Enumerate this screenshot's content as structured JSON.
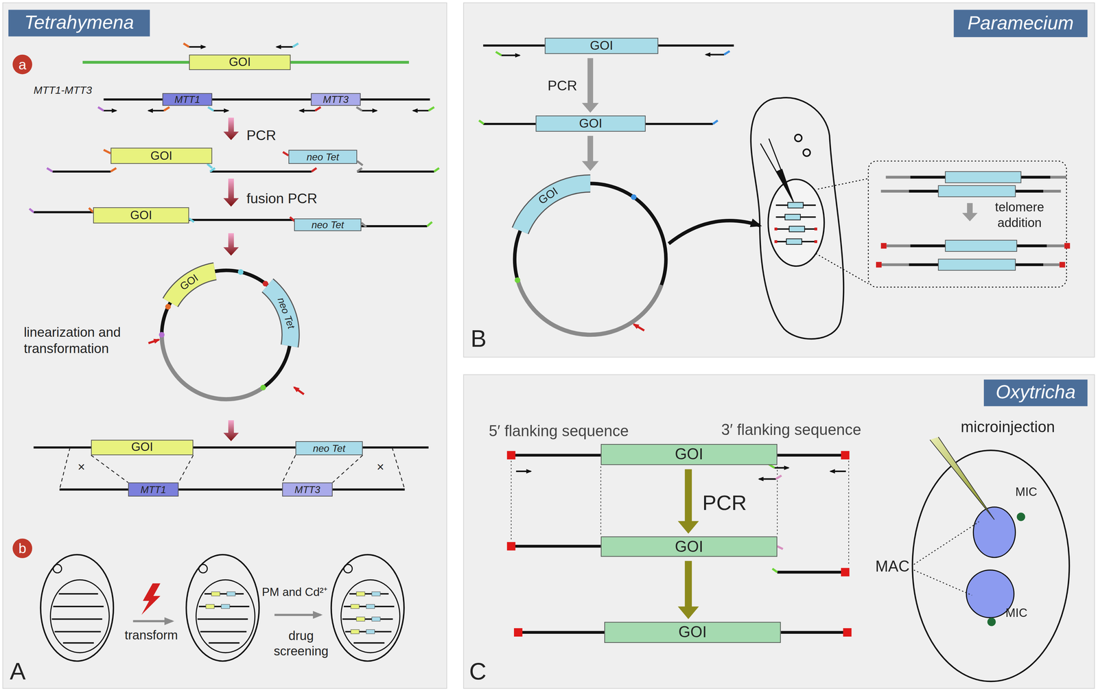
{
  "diagram": {
    "nodes": [
      {
        "text": [
          "Tetrahymena"
        ]
      },
      {
        "text": [
          "a"
        ]
      },
      {
        "text": [
          "GOI"
        ]
      },
      {
        "text": [
          "MTT1"
        ]
      },
      {
        "text": [
          "MTT3"
        ]
      },
      {
        "text": [
          "GOI"
        ]
      },
      {
        "text": [
          "neo Tet"
        ]
      },
      {
        "text": [
          "GOI"
        ]
      },
      {
        "text": [
          "neo Tet"
        ]
      },
      {
        "text": [
          "GOI"
        ]
      },
      {
        "text": [
          "neo Tet"
        ]
      },
      {
        "text": [
          "GOI"
        ]
      },
      {
        "text": [
          "neo Tet"
        ]
      },
      {
        "text": [
          "MTT1"
        ]
      },
      {
        "text": [
          "MTT3"
        ]
      },
      {
        "text": [
          "b"
        ]
      },
      {
        "text": [
          "Paramecium"
        ]
      },
      {
        "text": [
          "GOI"
        ]
      },
      {
        "text": [
          "GOI"
        ]
      },
      {
        "text": [
          "GOI"
        ]
      },
      {
        "text": [
          "Oxytricha"
        ]
      },
      {
        "text": [
          "GOI"
        ]
      },
      {
        "text": [
          "GOI"
        ]
      },
      {
        "text": [
          "GOI"
        ]
      }
    ],
    "edges": [
      {
        "from": 17,
        "to": 18,
        "arrow": "to",
        "label": "PCR"
      },
      {
        "from": 18,
        "to": 19,
        "arrow": "to"
      },
      {
        "from": 21,
        "to": 22,
        "arrow": "to",
        "label": "PCR"
      },
      {
        "from": 22,
        "to": 23,
        "arrow": "to"
      }
    ],
    "labels": [
      "MTT1-MTT3",
      "PCR",
      "fusion PCR",
      "linearization and transformation",
      "×",
      "×",
      "transform",
      "PM and Cd²⁺",
      "drug screening",
      "A",
      "telomere addition",
      "B",
      "5′ flanking sequence",
      "3′ flanking sequence",
      "microinjection",
      "MIC",
      "MAC",
      "MIC",
      "C"
    ]
  }
}
